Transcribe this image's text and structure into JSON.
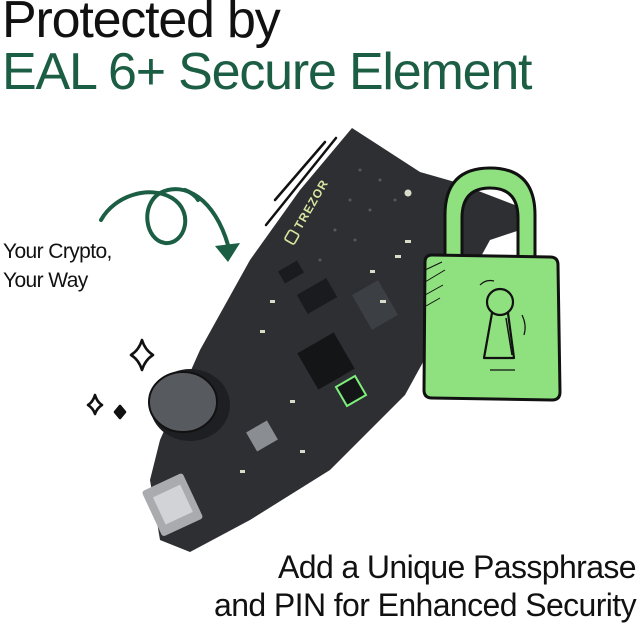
{
  "headline": {
    "line1": "Protected by",
    "line2": "EAL 6+ Secure Element"
  },
  "tagline": {
    "line1": "Your Crypto,",
    "line2": "Your Way"
  },
  "footer": {
    "line1": "Add a Unique Passphrase",
    "line2": "and PIN for Enhanced Security"
  },
  "device": {
    "brand_label": "TREZOR"
  },
  "colors": {
    "brand_green": "#1b5e44",
    "lock_green": "#8fe07f",
    "board": "#2e2f33",
    "text": "#111111",
    "chip_highlight": "#7cf07a"
  },
  "icons": [
    "curly-arrow-icon",
    "sparkle-icon",
    "padlock-icon",
    "motion-lines-icon"
  ]
}
